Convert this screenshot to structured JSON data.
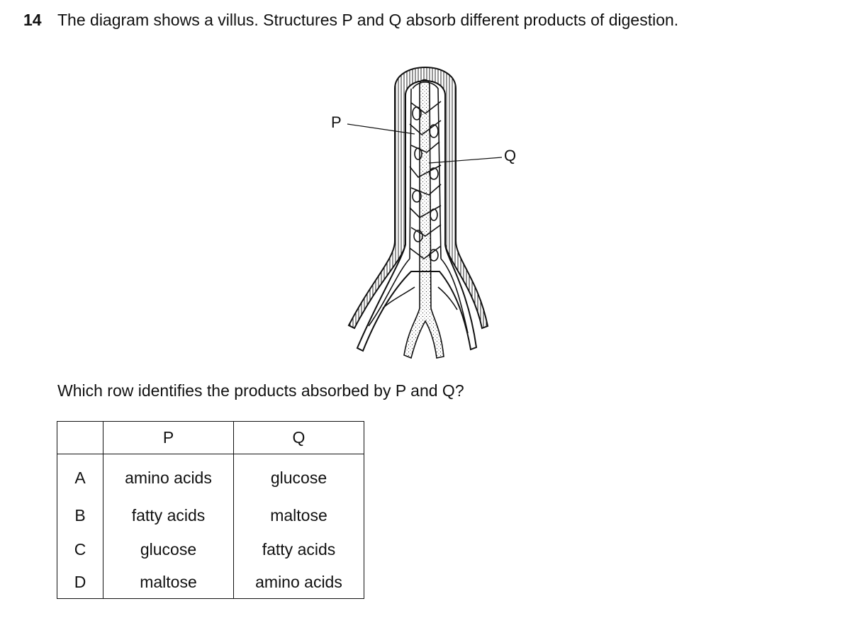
{
  "question": {
    "number": "14",
    "text": "The diagram shows a villus. Structures P and Q absorb different products of digestion.",
    "prompt": "Which row identifies the products absorbed by P and Q?"
  },
  "diagram": {
    "label_p": "P",
    "label_q": "Q"
  },
  "table": {
    "headers": [
      "",
      "P",
      "Q"
    ],
    "rows": [
      {
        "key": "A",
        "p": "amino acids",
        "q": "glucose"
      },
      {
        "key": "B",
        "p": "fatty acids",
        "q": "maltose"
      },
      {
        "key": "C",
        "p": "glucose",
        "q": "fatty acids"
      },
      {
        "key": "D",
        "p": "maltose",
        "q": "amino acids"
      }
    ]
  }
}
